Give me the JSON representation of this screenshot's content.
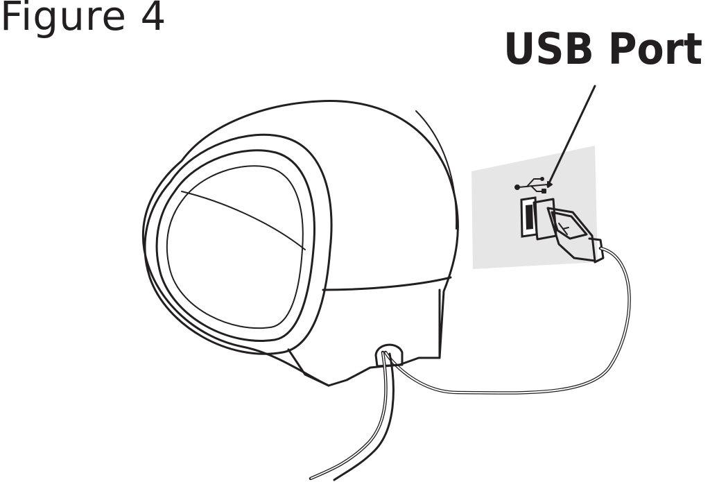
{
  "figure": {
    "title": "Figure 4"
  },
  "callouts": {
    "usb_port": "USB Port"
  },
  "icons": {
    "device": "label-printer",
    "port_symbol": "usb-symbol-icon",
    "cable": "usb-cable"
  },
  "colors": {
    "ink": "#231f20",
    "panel": "#e6e6e6",
    "background": "#ffffff"
  }
}
